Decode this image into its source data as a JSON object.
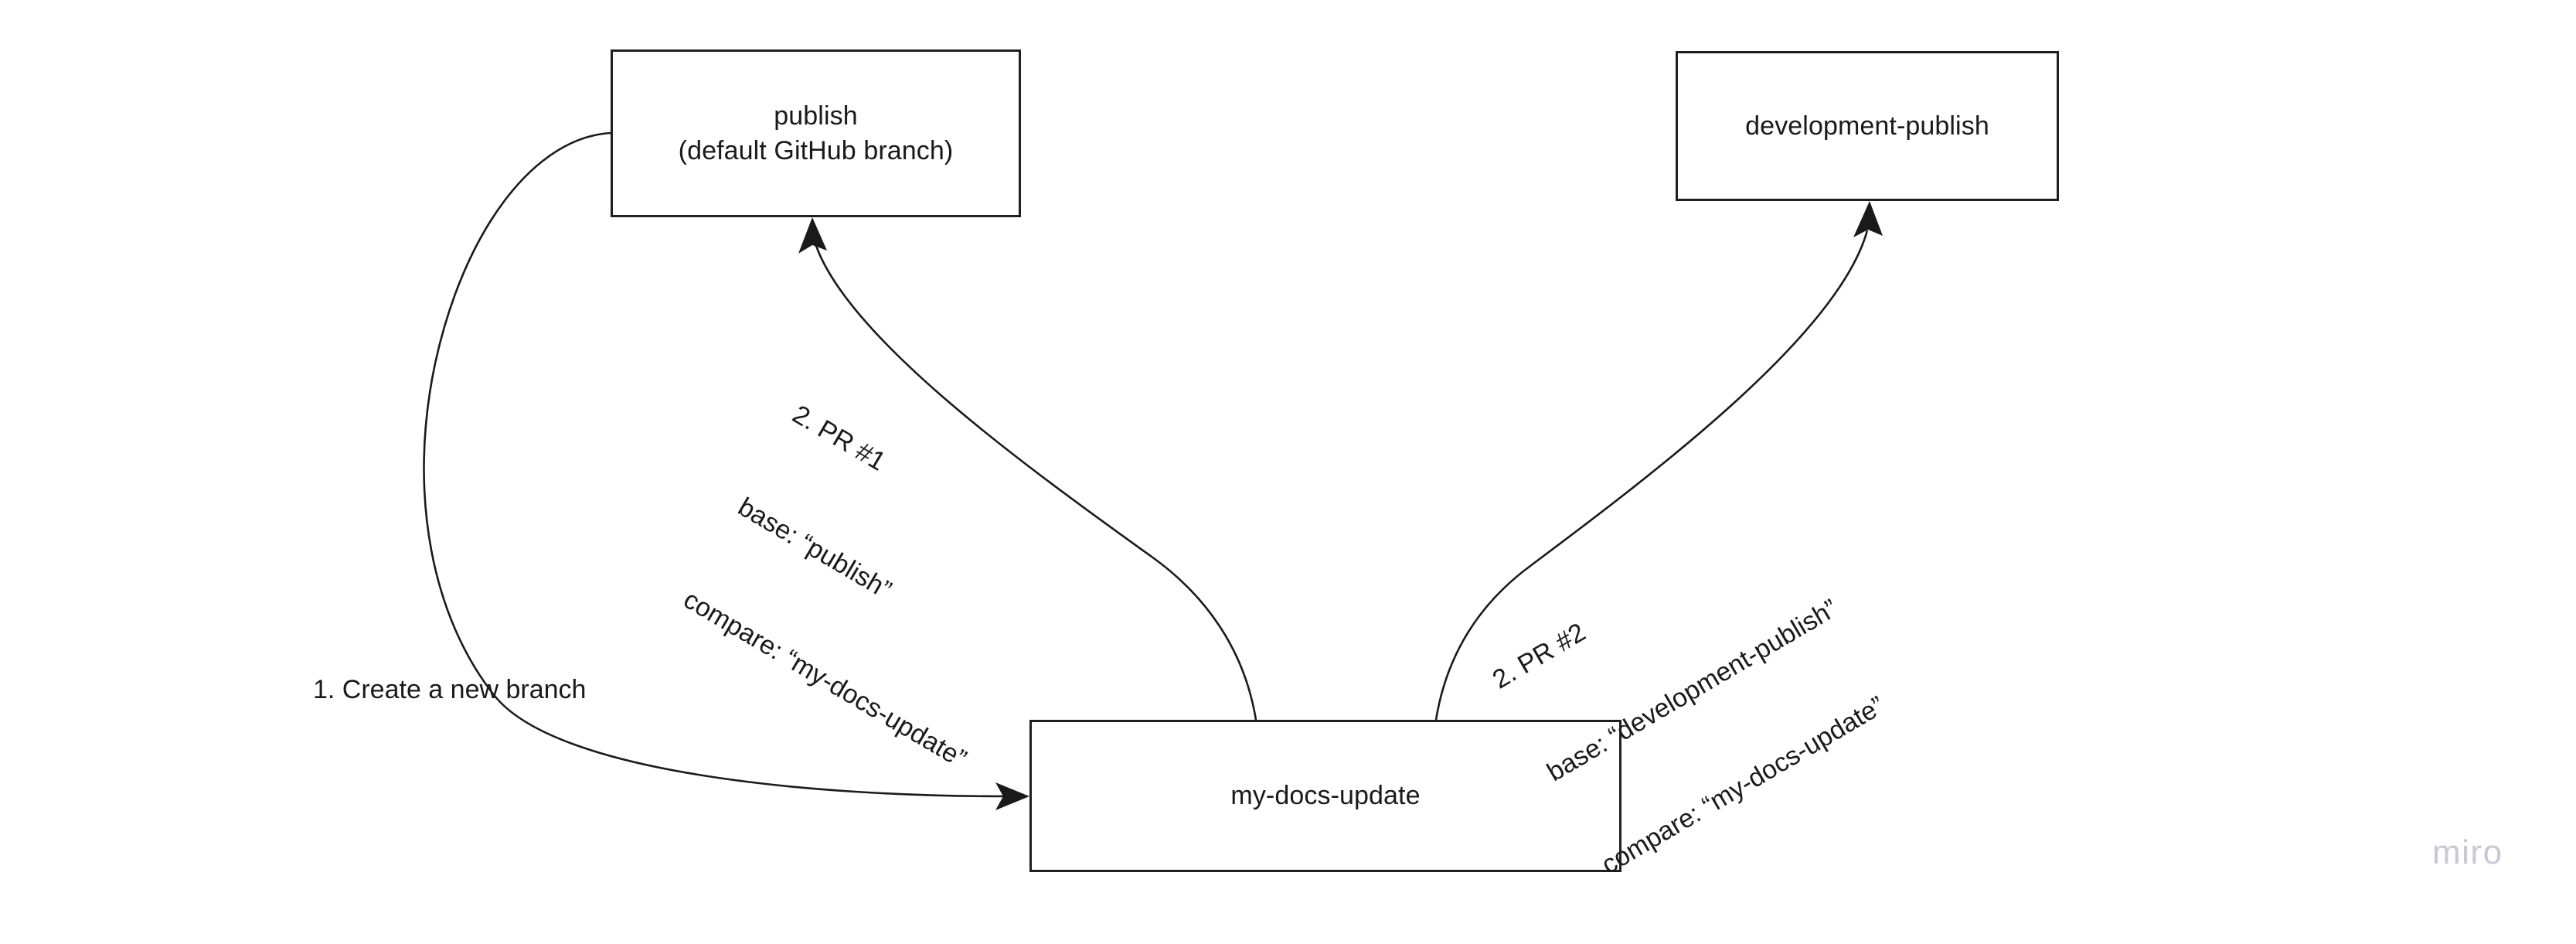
{
  "diagram": {
    "title": "GitHub branch and pull request flow",
    "background_color": "#ffffff",
    "stroke_color": "#1a1a1a",
    "nodes": [
      {
        "id": "publish",
        "label": "publish\n(default GitHub branch)",
        "line1": "publish",
        "line2": "(default GitHub branch)"
      },
      {
        "id": "development-publish",
        "label": "development-publish"
      },
      {
        "id": "my-docs-update",
        "label": "my-docs-update"
      }
    ],
    "edges": [
      {
        "id": "create-branch",
        "from": "publish",
        "to": "my-docs-update",
        "label": "1. Create a new branch"
      },
      {
        "id": "pr1",
        "from": "my-docs-update",
        "to": "publish",
        "label_lines": [
          "2. PR #1",
          "base: “publish”",
          "compare: “my-docs-update”"
        ],
        "line1": "2. PR #1",
        "line2": "base: “publish”",
        "line3": "compare: “my-docs-update”"
      },
      {
        "id": "pr2",
        "from": "my-docs-update",
        "to": "development-publish",
        "label_lines": [
          "2. PR #2",
          "base: “development-publish”",
          "compare: “my-docs-update”"
        ],
        "line1": "2. PR #2",
        "line2": "base: “development-publish”",
        "line3": "compare: “my-docs-update”"
      }
    ]
  },
  "watermark": {
    "text": "miro",
    "color": "#c7c8d4"
  }
}
